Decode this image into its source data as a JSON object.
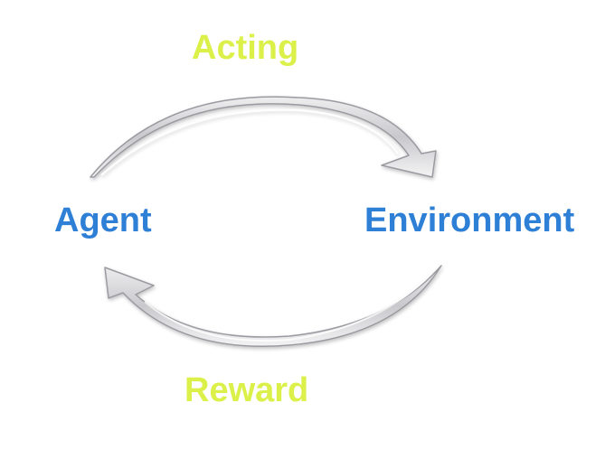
{
  "diagram": {
    "nodes": {
      "agent": "Agent",
      "environment": "Environment"
    },
    "edges": {
      "acting": "Acting",
      "reward": "Reward"
    }
  },
  "colors": {
    "node_text": "#2e7fd6",
    "edge_text": "#dcf04a",
    "arrow_fill": "#d0d0d4",
    "arrow_stroke": "#9a9aa0"
  },
  "icons": {
    "top_arrow": "curved-arrow-right-icon",
    "bottom_arrow": "curved-arrow-left-icon"
  }
}
